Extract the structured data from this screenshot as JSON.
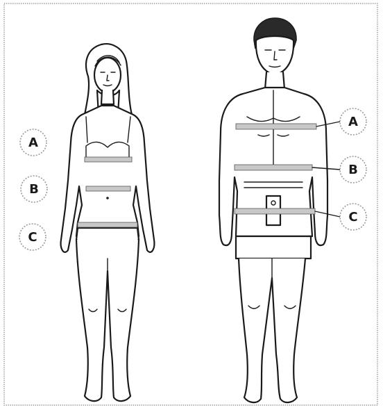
{
  "labels": {
    "woman": [
      "A",
      "B",
      "C"
    ],
    "man": [
      "A",
      "B",
      "C"
    ]
  },
  "colors": {
    "outline": "#1a1a1a",
    "band": "#c8c8c8",
    "badge_border": "#9a9a9a",
    "frame": "#8a8a8a"
  }
}
